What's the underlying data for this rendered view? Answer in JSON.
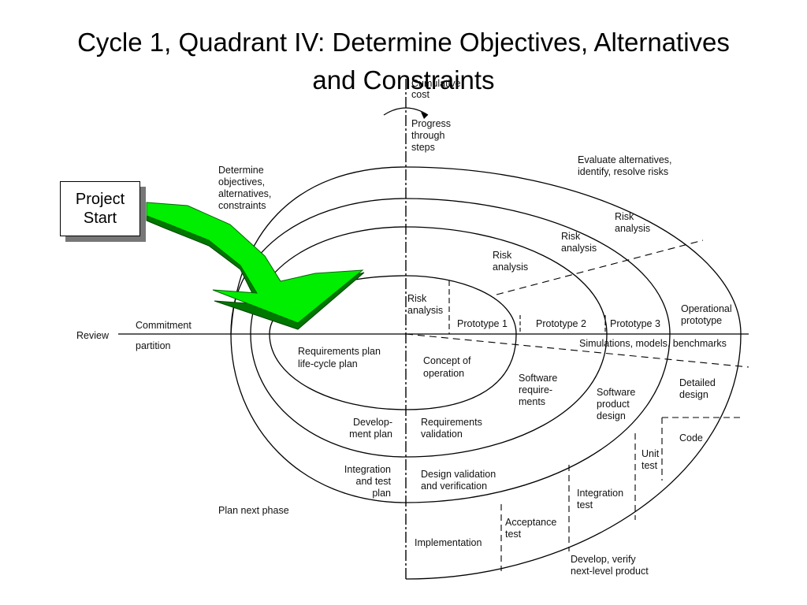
{
  "title": {
    "line1": "Cycle 1, Quadrant IV: Determine Objectives, Alternatives",
    "line2": "and Constraints"
  },
  "project_start": {
    "line1": "Project",
    "line2": "Start"
  },
  "colors": {
    "arrow_fill": "#00ee00",
    "arrow_shadow": "#007700",
    "box_shadow": "#777777"
  },
  "labels": {
    "cumulative_cost": [
      "Cumulative",
      "cost"
    ],
    "progress": [
      "Progress",
      "through",
      "steps"
    ],
    "determine": [
      "Determine",
      "objectives,",
      "alternatives,",
      "constraints"
    ],
    "evaluate": [
      "Evaluate alternatives,",
      "identify, resolve risks"
    ],
    "risk_outer": [
      "Risk",
      "analysis"
    ],
    "risk_3": [
      "Risk",
      "analysis"
    ],
    "risk_2": [
      "Risk",
      "analysis"
    ],
    "risk_1": [
      "Risk",
      "analysis"
    ],
    "operational": [
      "Operational",
      "prototype"
    ],
    "prototype_1": "Prototype 1",
    "prototype_2": "Prototype 2",
    "prototype_3": "Prototype 3",
    "review": "Review",
    "commitment": "Commitment",
    "partition": "partition",
    "simulations": "Simulations, models, benchmarks",
    "req_plan": [
      "Requirements plan",
      "life-cycle plan"
    ],
    "concept": [
      "Concept of",
      "operation"
    ],
    "software_req": [
      "Software",
      "require-",
      "ments"
    ],
    "software_product": [
      "Software",
      "product",
      "design"
    ],
    "detailed": [
      "Detailed",
      "design"
    ],
    "code": "Code",
    "dev_plan": [
      "Develop-",
      "ment plan"
    ],
    "req_validation": [
      "Requirements",
      "validation"
    ],
    "unit_test": [
      "Unit",
      "test"
    ],
    "integration_plan": [
      "Integration",
      "and test",
      "plan"
    ],
    "design_validation": [
      "Design validation",
      "and verification"
    ],
    "integration_test": [
      "Integration",
      "test"
    ],
    "plan_next": "Plan next phase",
    "acceptance": [
      "Acceptance",
      "test"
    ],
    "implementation": "Implementation",
    "develop_verify": [
      "Develop, verify",
      "next-level product"
    ]
  }
}
